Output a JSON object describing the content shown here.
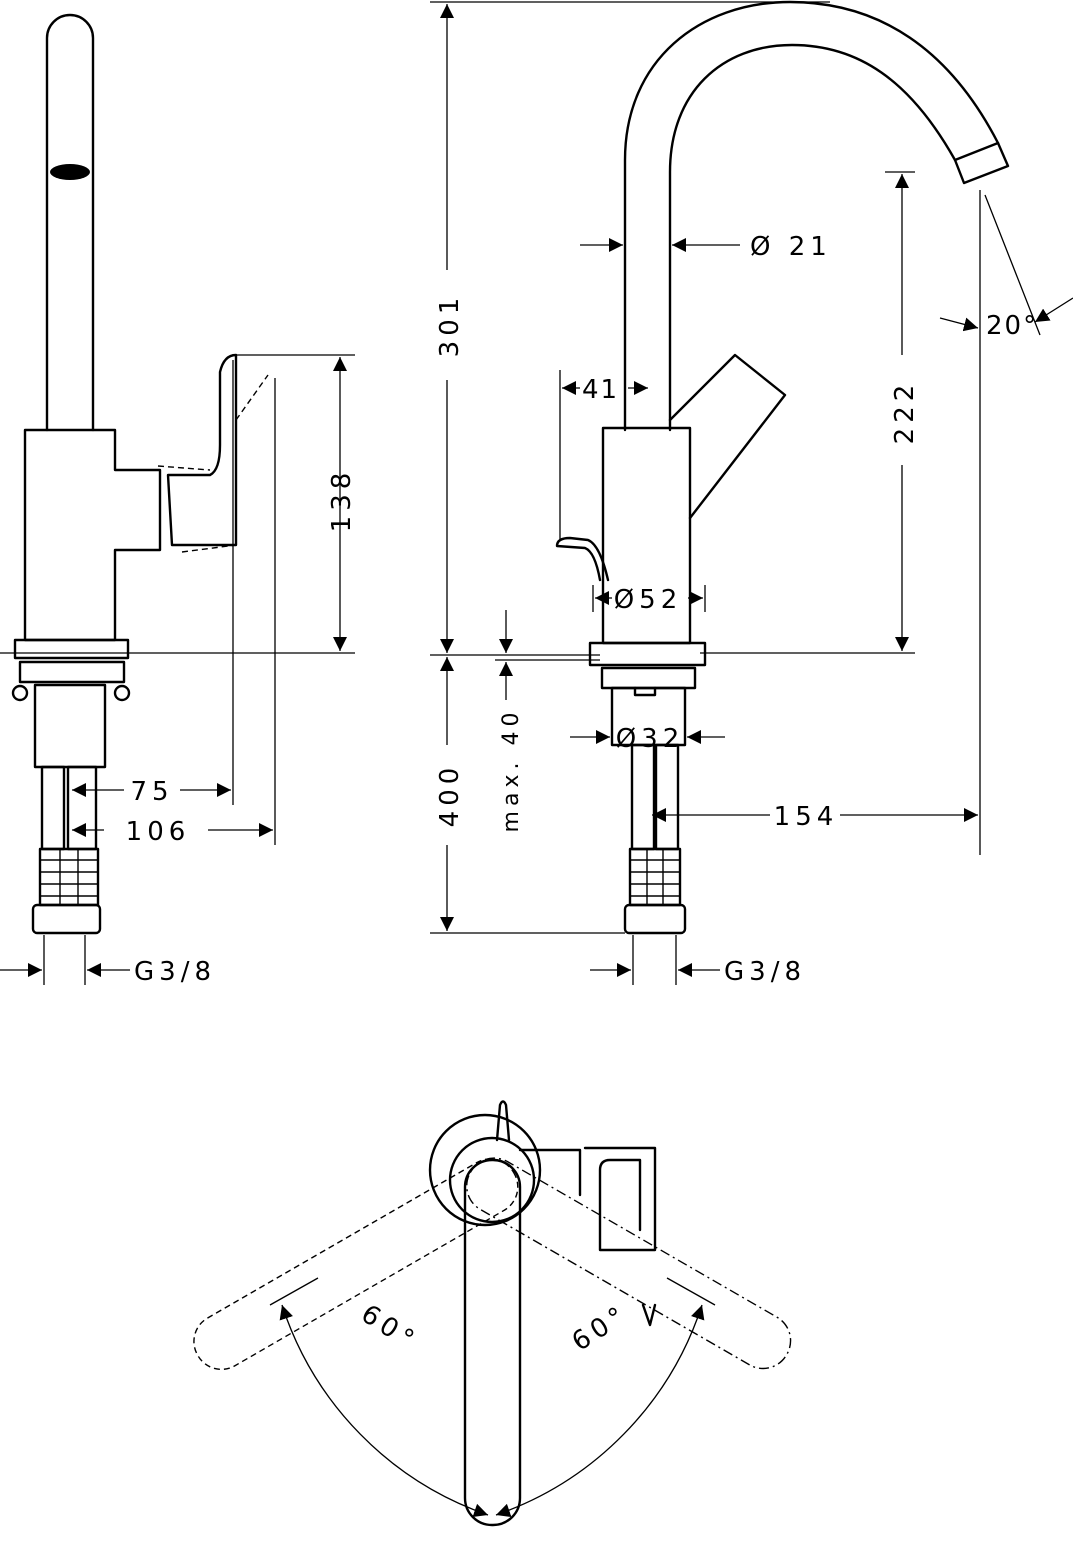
{
  "colors": {
    "line": "#000000",
    "background": "#ffffff"
  },
  "side_view": {
    "height_lever": "138",
    "spout_offset_75": "75",
    "spout_offset_106": "106",
    "connection": "G3/8"
  },
  "front_view": {
    "total_height": "301",
    "spout_diameter": "Ø 21",
    "spout_angle": "20°",
    "popup_offset": "41",
    "spout_height": "222",
    "body_diameter": "Ø52",
    "max_deck": "max. 40",
    "shank_diameter": "Ø32",
    "below_deck": "400",
    "spout_reach": "154",
    "connection": "G3/8"
  },
  "top_view": {
    "swivel_left": "60°",
    "swivel_right": "60°"
  }
}
